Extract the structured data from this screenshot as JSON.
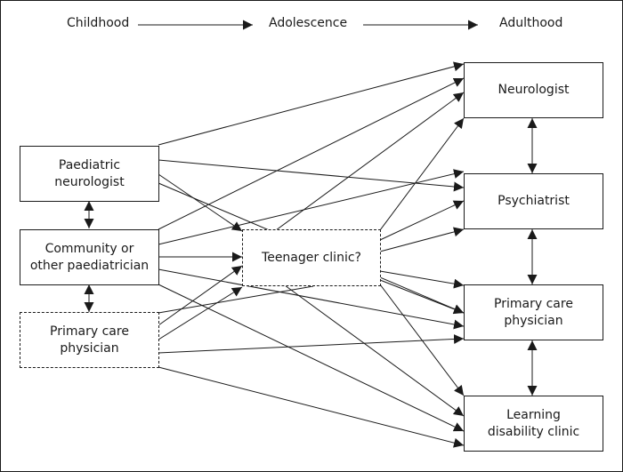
{
  "stages": {
    "childhood": "Childhood",
    "adolescence": "Adolescence",
    "adulthood": "Adulthood"
  },
  "childhood_services": {
    "paediatric_neurologist": [
      "Paediatric",
      "neurologist"
    ],
    "community_paediatrician": [
      "Community or",
      "other paediatrician"
    ],
    "primary_care": [
      "Primary care",
      "physician"
    ]
  },
  "adolescence_services": {
    "teenager_clinic": "Teenager clinic?"
  },
  "adult_services": {
    "neurologist": "Neurologist",
    "psychiatrist": "Psychiatrist",
    "primary_care": [
      "Primary care",
      "physician"
    ],
    "learning_disability": [
      "Learning",
      "disability clinic"
    ]
  }
}
